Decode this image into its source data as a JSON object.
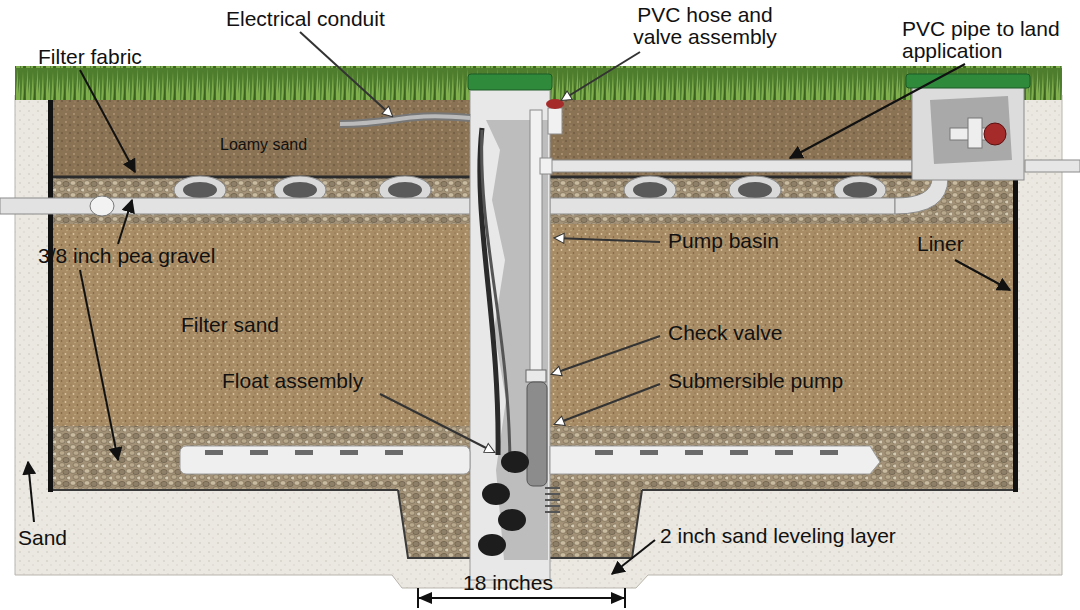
{
  "diagram": {
    "labels": [
      "Electrical conduit",
      "PVC hose and valve assembly",
      "PVC pipe to land application",
      "Filter fabric",
      "Loamy sand",
      "Pump basin",
      "Liner",
      "3/8 inch pea gravel",
      "Filter sand",
      "Check valve",
      "Float assembly",
      "Submersible pump",
      "Sand",
      "2 inch sand leveling layer",
      "18 inches"
    ]
  }
}
